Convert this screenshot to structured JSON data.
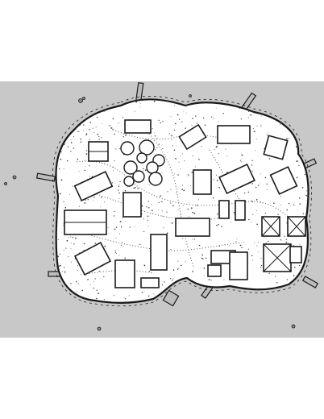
{
  "map": {
    "background_color": "#c8c8c8",
    "island_fill": "#ffffff",
    "ink_color": "#1a1a1a",
    "building_count": 25,
    "tree_count": 9,
    "pier_count": 9,
    "features": [
      "island",
      "buildings",
      "trees",
      "dirt-paths",
      "piers",
      "rocks"
    ]
  }
}
